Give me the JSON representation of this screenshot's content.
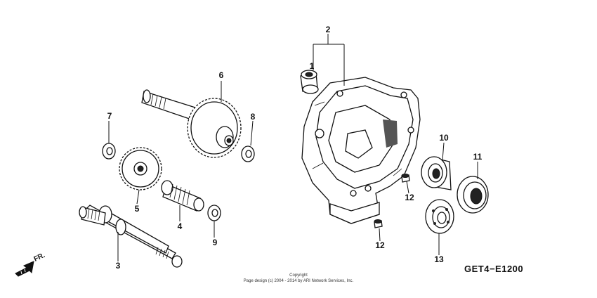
{
  "callouts": {
    "c1": "1",
    "c2": "2",
    "c3": "3",
    "c4": "4",
    "c5": "5",
    "c6": "6",
    "c7": "7",
    "c8": "8",
    "c9": "9",
    "c10": "10",
    "c11": "11",
    "c12a": "12",
    "c12b": "12",
    "c13": "13"
  },
  "diagram_code": "GET4−E1200",
  "direction_label": "FR.",
  "copyright": {
    "line1": "Copyright",
    "line2": "Page design (c) 2004 - 2014 by ARI Network Services, Inc."
  },
  "icons": {
    "direction": "arrow-front-icon"
  }
}
